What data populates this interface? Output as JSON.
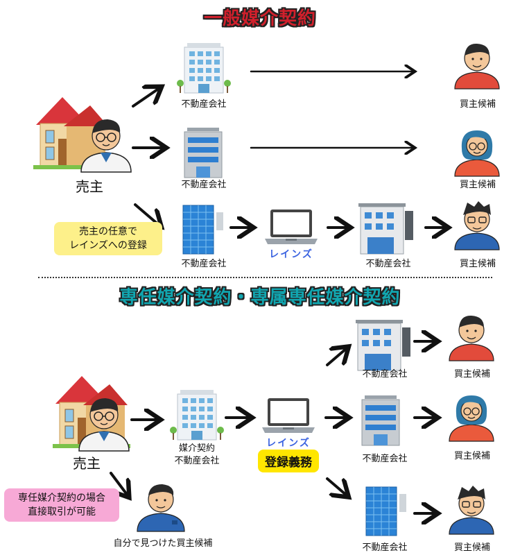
{
  "section_general": {
    "title": "一般媒介契約"
  },
  "section_exclusive": {
    "title": "専任媒介契約・専属専任媒介契約"
  },
  "labels": {
    "seller": "売主",
    "agency": "不動産会社",
    "buyer": "買主候補",
    "reins": "レインズ",
    "agency_contract_line1": "媒介契約",
    "agency_contract_line2": "不動産会社",
    "self_found_buyer": "自分で見つけた買主候補"
  },
  "notes": {
    "optional_registration_line1": "売主の任意で",
    "optional_registration_line2": "レインズへの登録",
    "registration_required": "登録義務",
    "direct_deal_line1": "専任媒介契約の場合",
    "direct_deal_line2": "直接取引が可能"
  },
  "colors": {
    "title_general": "#d0202c",
    "title_exclusive": "#11a6b0",
    "reins_text": "#3b63e0",
    "note_yellow": "#fdf08a",
    "note_pink": "#f7a9d6",
    "badge_yellow": "#ffe600"
  }
}
